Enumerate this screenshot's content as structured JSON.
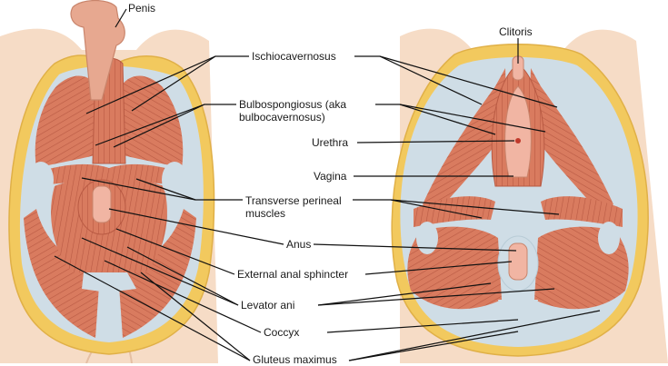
{
  "labels": {
    "penis": "Penis",
    "clitoris": "Clitoris",
    "ischiocavernosus": "Ischiocavernosus",
    "bulbospongiosus_line1": "Bulbospongiosus (aka",
    "bulbospongiosus_line2": "bulbocavernosus)",
    "urethra": "Urethra",
    "vagina": "Vagina",
    "transverse_line1": "Transverse perineal",
    "transverse_line2": "muscles",
    "anus": "Anus",
    "external_anal_sphincter": "External anal sphincter",
    "levator_ani": "Levator ani",
    "coccyx": "Coccyx",
    "gluteus_maximus": "Gluteus maximus"
  },
  "colors": {
    "skin": "#f6dcc6",
    "fat": "#f2c95e",
    "muscle": "#d97b5f",
    "muscle_dark": "#b95a43",
    "fascia": "#cfdde6",
    "mucosa": "#f1b5a3"
  }
}
